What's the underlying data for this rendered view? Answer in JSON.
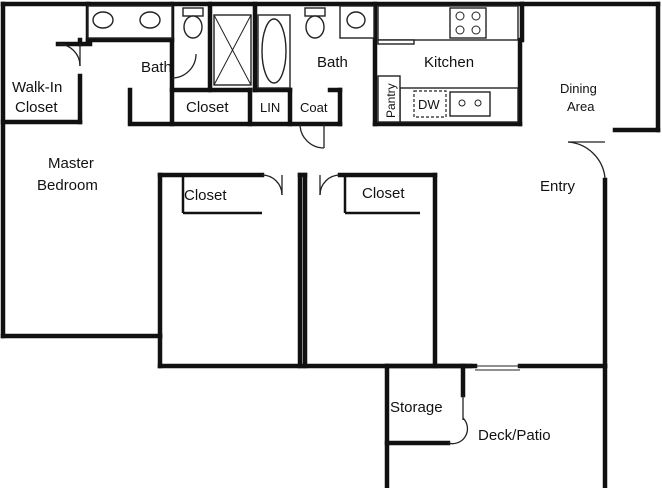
{
  "rooms": {
    "walk_in_closet": [
      "Walk-In",
      "Closet"
    ],
    "master_bath": "Bath",
    "master_closet": "Closet",
    "linen": "LIN",
    "coat": "Coat",
    "hall_bath": "Bath",
    "kitchen": "Kitchen",
    "pantry": "Pantry",
    "dishwasher": "DW",
    "dining": [
      "Dining",
      "Area"
    ],
    "master_bedroom": [
      "Master",
      "Bedroom"
    ],
    "closet_left": "Closet",
    "closet_right": "Closet",
    "entry": "Entry",
    "storage": "Storage",
    "deck_patio": "Deck/Patio"
  }
}
